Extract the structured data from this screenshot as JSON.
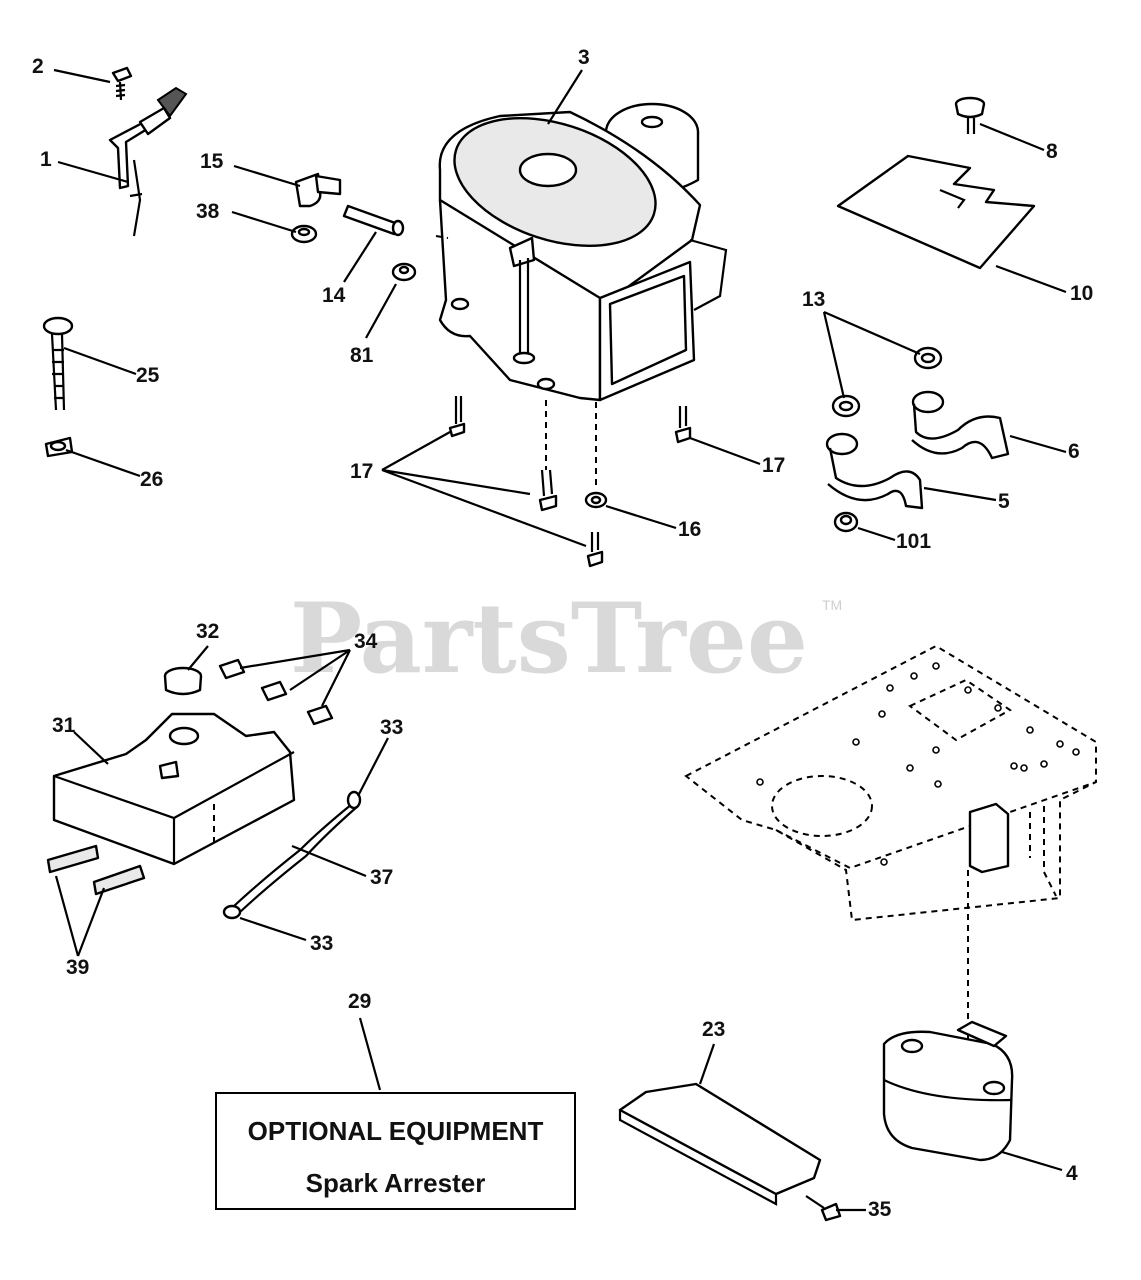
{
  "watermark": {
    "brand": "PartsTree",
    "trademark": "TM"
  },
  "callouts": {
    "c1": "1",
    "c2": "2",
    "c3": "3",
    "c4": "4",
    "c5": "5",
    "c6": "6",
    "c8": "8",
    "c10": "10",
    "c13": "13",
    "c14": "14",
    "c15": "15",
    "c16": "16",
    "c17a": "17",
    "c17b": "17",
    "c23": "23",
    "c25": "25",
    "c26": "26",
    "c29": "29",
    "c31": "31",
    "c32": "32",
    "c33a": "33",
    "c33b": "33",
    "c34": "34",
    "c35": "35",
    "c37": "37",
    "c38": "38",
    "c39": "39",
    "c81": "81",
    "c101": "101"
  },
  "optional_box": {
    "line1": "OPTIONAL EQUIPMENT",
    "line2": "Spark Arrester"
  }
}
